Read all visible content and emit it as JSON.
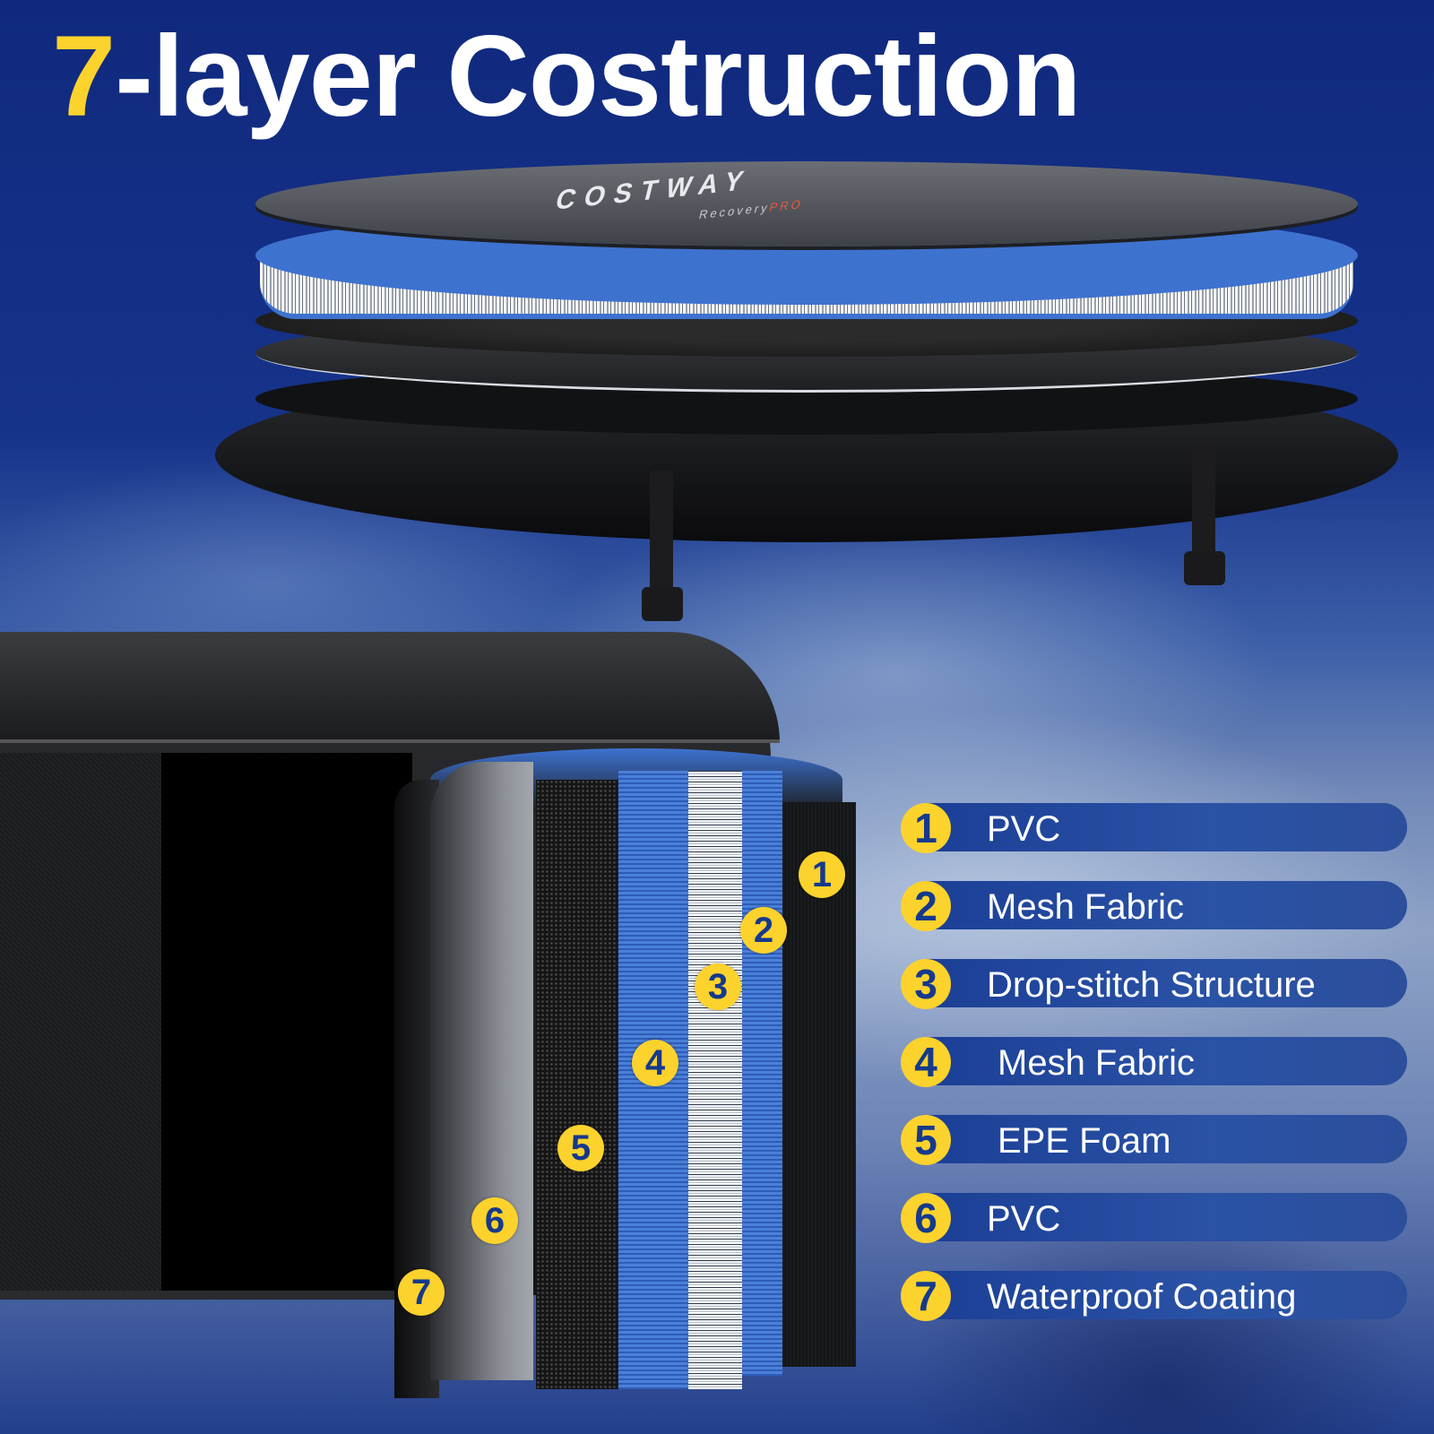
{
  "title": {
    "number": "7",
    "text": "-layer Costruction"
  },
  "product": {
    "brand": "COSTWAY",
    "subbrand_prefix": "Recovery",
    "subbrand_suffix": "PRO"
  },
  "layers": [
    {
      "number": "1",
      "label": "PVC"
    },
    {
      "number": "2",
      "label": "Mesh Fabric"
    },
    {
      "number": "3",
      "label": "Drop-stitch Structure"
    },
    {
      "number": "4",
      "label": "Mesh Fabric"
    },
    {
      "number": "5",
      "label": "EPE Foam"
    },
    {
      "number": "6",
      "label": "PVC"
    },
    {
      "number": "7",
      "label": "Waterproof Coating"
    }
  ],
  "colors": {
    "accent_yellow": "#fcd22d",
    "badge_text_blue": "#15398c",
    "pill_blue": "#2a52a5",
    "background_blue": "#10297e"
  }
}
